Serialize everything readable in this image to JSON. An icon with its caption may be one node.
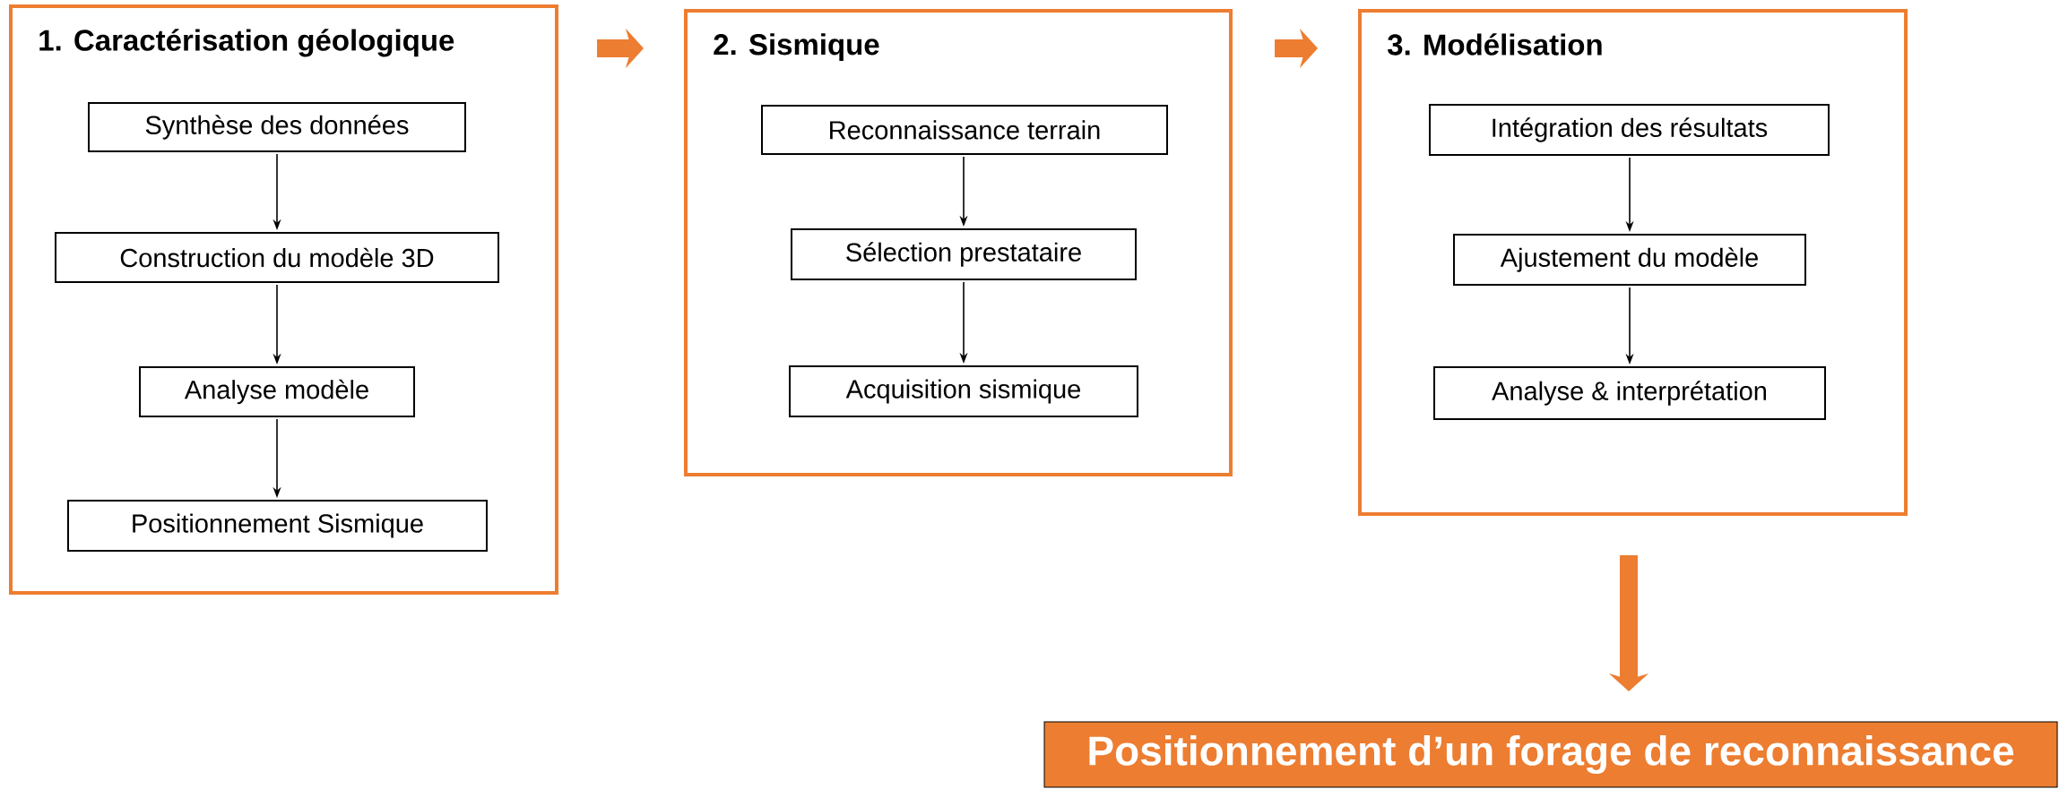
{
  "diagram": {
    "nodes": [
      {
        "text": [
          "1. Caractérisation géologique"
        ]
      },
      {
        "text": [
          "Synthèse des données"
        ],
        "in": 0
      },
      {
        "text": [
          "Construction du modèle 3D"
        ],
        "in": 0
      },
      {
        "text": [
          "Analyse modèle"
        ],
        "in": 0
      },
      {
        "text": [
          "Positionnement Sismique"
        ],
        "in": 0
      },
      {
        "text": [
          "2. Sismique"
        ]
      },
      {
        "text": [
          "Reconnaissance terrain"
        ],
        "in": 5
      },
      {
        "text": [
          "Sélection prestataire"
        ],
        "in": 5
      },
      {
        "text": [
          "Acquisition sismique"
        ],
        "in": 5
      },
      {
        "text": [
          "3. Modélisation"
        ]
      },
      {
        "text": [
          "Intégration des résultats"
        ],
        "in": 9
      },
      {
        "text": [
          "Ajustement du modèle"
        ],
        "in": 9
      },
      {
        "text": [
          "Analyse & interprétation"
        ],
        "in": 9
      },
      {
        "text": [
          "Positionnement d’un forage de reconnaissance"
        ]
      }
    ],
    "edges": [
      {
        "from": 1,
        "to": 2,
        "arrow": "to"
      },
      {
        "from": 2,
        "to": 3,
        "arrow": "to"
      },
      {
        "from": 3,
        "to": 4,
        "arrow": "to"
      },
      {
        "from": 0,
        "to": 5,
        "arrow": "to",
        "style": "thick",
        "color": "#ed7d31"
      },
      {
        "from": 6,
        "to": 7,
        "arrow": "to"
      },
      {
        "from": 7,
        "to": 8,
        "arrow": "to"
      },
      {
        "from": 5,
        "to": 9,
        "arrow": "to",
        "style": "thick",
        "color": "#ed7d31"
      },
      {
        "from": 10,
        "to": 11,
        "arrow": "to"
      },
      {
        "from": 11,
        "to": 12,
        "arrow": "to"
      },
      {
        "from": 9,
        "to": 13,
        "arrow": "to",
        "style": "thick",
        "color": "#ed7d31"
      }
    ]
  }
}
